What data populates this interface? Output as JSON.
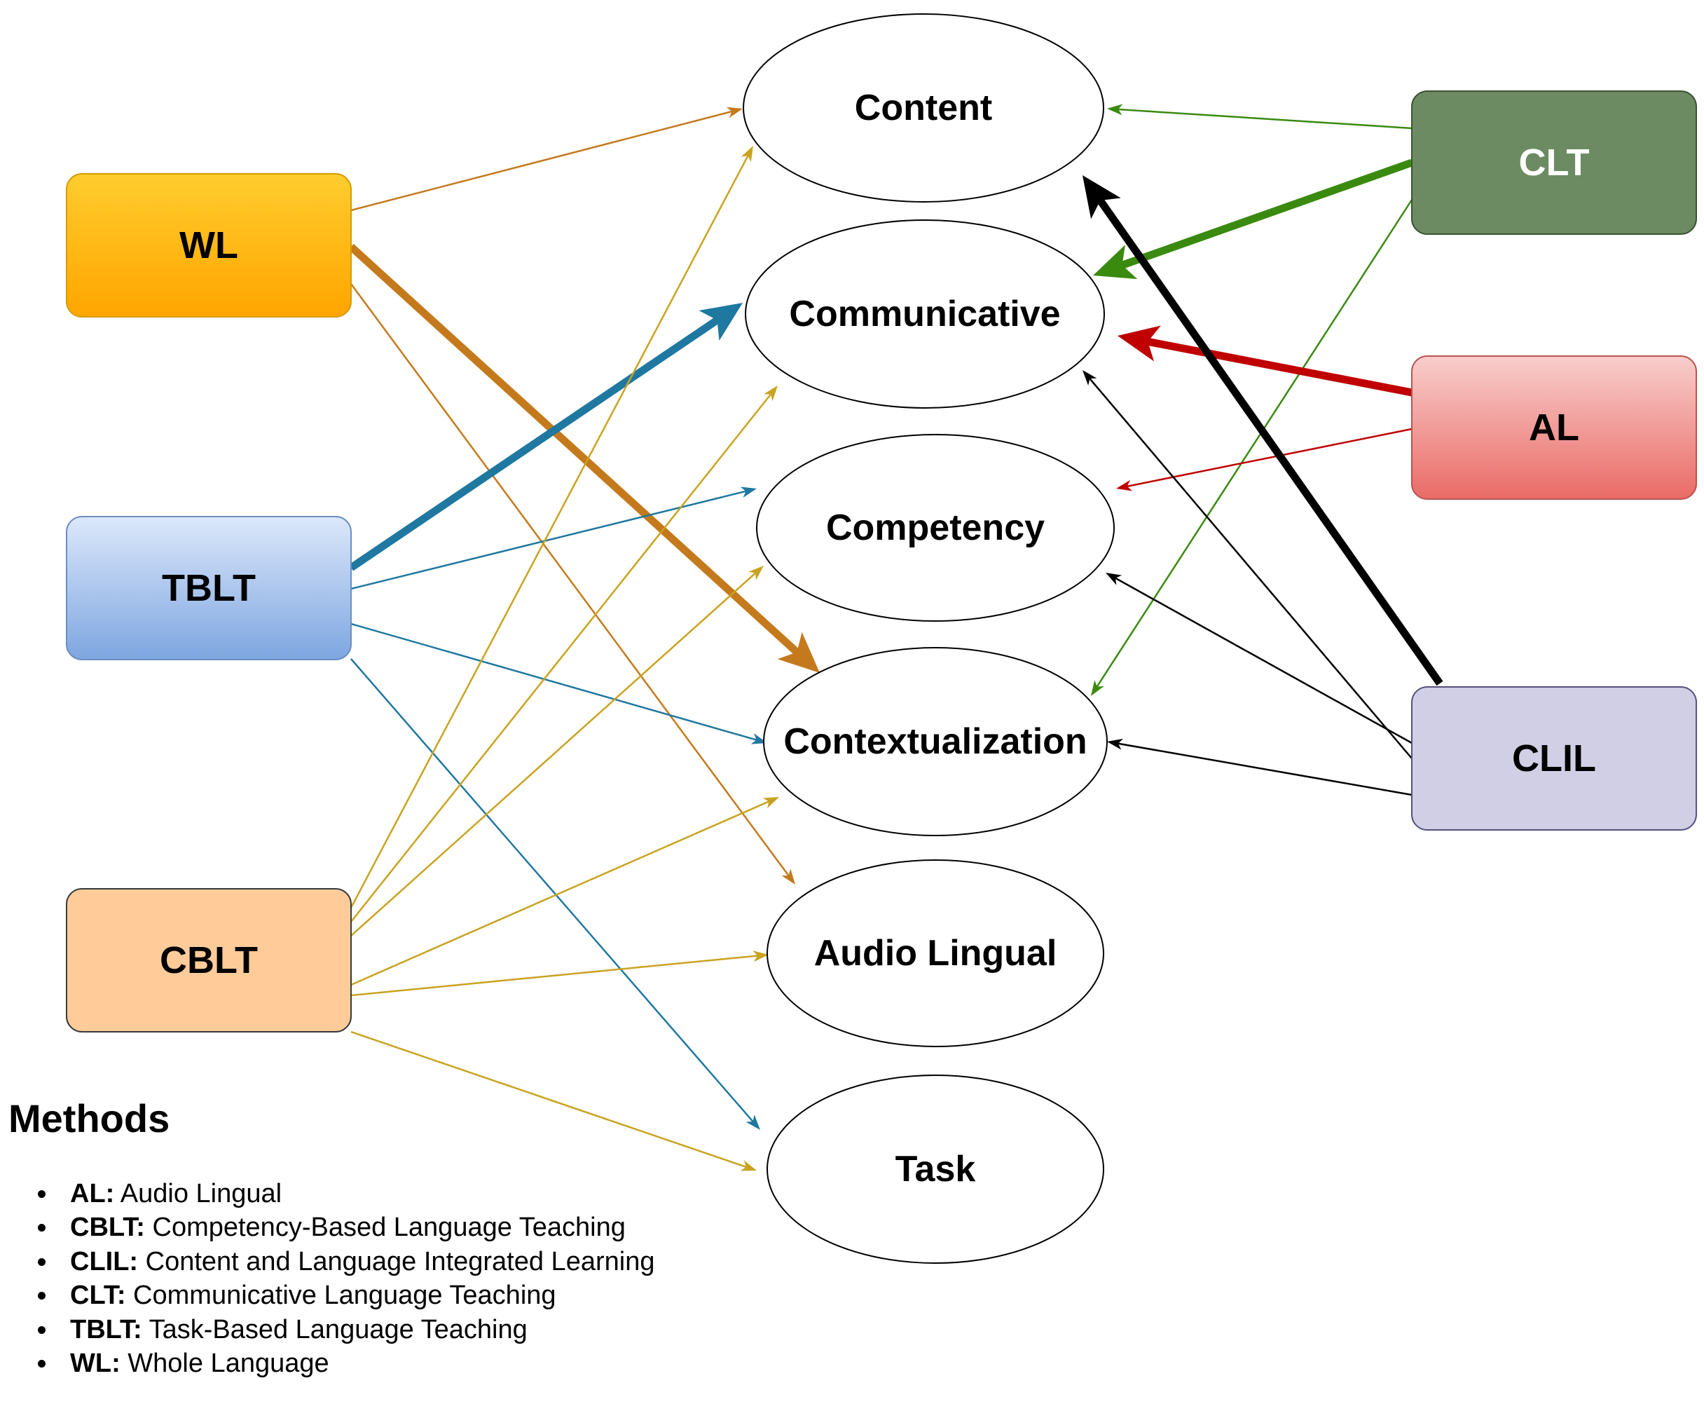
{
  "concepts": {
    "content": "Content",
    "communicative": "Communicative",
    "competency": "Competency",
    "contextualization": "Contextualization",
    "audio_lingual": "Audio Lingual",
    "task": "Task"
  },
  "methods": {
    "wl": "WL",
    "tblt": "TBLT",
    "cblt": "CBLT",
    "clt": "CLT",
    "al": "AL",
    "clil": "CLIL"
  },
  "colors": {
    "wl_fill": "#FFB60D",
    "tblt_fill": "#9CB8E8",
    "cblt_fill": "#FFCC99",
    "clt_fill": "#6D8B62",
    "al_fill": "#EC7D7D",
    "clil_fill": "#D0CFE5",
    "wl_arrow": "#C47A1C",
    "tblt_arrow": "#1F78A0",
    "cblt_arrow": "#C9A31F",
    "clt_arrow": "#3A8A10",
    "al_arrow": "#C00000",
    "clil_arrow": "#000000"
  },
  "legend": {
    "title": "Methods",
    "items": [
      {
        "abbr": "AL:",
        "text": " Audio Lingual"
      },
      {
        "abbr": "CBLT:",
        "text": " Competency-Based Language Teaching"
      },
      {
        "abbr": "CLIL:",
        "text": " Content and Language Integrated Learning"
      },
      {
        "abbr": "CLT:",
        "text": " Communicative Language Teaching"
      },
      {
        "abbr": "TBLT:",
        "text": " Task-Based Language Teaching"
      },
      {
        "abbr": "WL:",
        "text": " Whole Language"
      }
    ]
  },
  "edges": [
    {
      "from": "wl",
      "to": "content",
      "weight": "thin"
    },
    {
      "from": "wl",
      "to": "contextualization",
      "weight": "thick"
    },
    {
      "from": "wl",
      "to": "audio_lingual",
      "weight": "thin"
    },
    {
      "from": "tblt",
      "to": "communicative",
      "weight": "thick"
    },
    {
      "from": "tblt",
      "to": "competency",
      "weight": "thin"
    },
    {
      "from": "tblt",
      "to": "contextualization",
      "weight": "thin"
    },
    {
      "from": "tblt",
      "to": "task",
      "weight": "thin"
    },
    {
      "from": "cblt",
      "to": "content",
      "weight": "thin"
    },
    {
      "from": "cblt",
      "to": "communicative",
      "weight": "thin"
    },
    {
      "from": "cblt",
      "to": "competency",
      "weight": "thin"
    },
    {
      "from": "cblt",
      "to": "contextualization",
      "weight": "thin"
    },
    {
      "from": "cblt",
      "to": "audio_lingual",
      "weight": "thin"
    },
    {
      "from": "cblt",
      "to": "task",
      "weight": "thin"
    },
    {
      "from": "clt",
      "to": "content",
      "weight": "thin"
    },
    {
      "from": "clt",
      "to": "communicative",
      "weight": "thick"
    },
    {
      "from": "clt",
      "to": "contextualization",
      "weight": "thin"
    },
    {
      "from": "al",
      "to": "communicative",
      "weight": "thick"
    },
    {
      "from": "al",
      "to": "competency",
      "weight": "thin"
    },
    {
      "from": "clil",
      "to": "content",
      "weight": "thick"
    },
    {
      "from": "clil",
      "to": "communicative",
      "weight": "thin"
    },
    {
      "from": "clil",
      "to": "competency",
      "weight": "thin"
    },
    {
      "from": "clil",
      "to": "contextualization",
      "weight": "thin"
    }
  ]
}
